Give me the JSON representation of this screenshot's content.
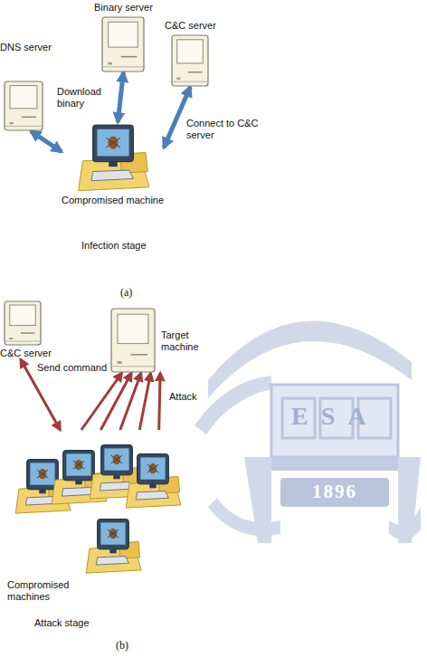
{
  "diagram": {
    "nodes": [
      {
        "text": [
          "DNS server"
        ]
      },
      {
        "text": [
          "Binary server"
        ]
      },
      {
        "text": [
          "C&C server"
        ]
      },
      {
        "text": [
          "Compromised machine"
        ]
      },
      {
        "text": [
          "C&C server"
        ]
      },
      {
        "text": [
          "Target machine"
        ]
      },
      {
        "text": [
          "Compromised machines"
        ]
      }
    ],
    "edges": [
      {
        "from": 0,
        "to": 3,
        "arrow": "both"
      },
      {
        "from": 1,
        "to": 3,
        "label": "Download binary",
        "arrow": "both"
      },
      {
        "from": 2,
        "to": 3,
        "label": "Connect to C&C server",
        "arrow": "both"
      },
      {
        "from": 4,
        "to": 6,
        "label": "Send command",
        "arrow": "both"
      },
      {
        "from": 6,
        "to": 5,
        "arrow": "to"
      },
      {
        "from": 6,
        "to": 5,
        "arrow": "to"
      },
      {
        "from": 6,
        "to": 5,
        "arrow": "to"
      },
      {
        "from": 6,
        "to": 5,
        "arrow": "to"
      },
      {
        "from": 6,
        "to": 5,
        "label": "Attack",
        "arrow": "to"
      }
    ],
    "labels": [
      "Infection stage",
      "(a)",
      "ESA",
      "1896",
      "Attack stage",
      "(b)"
    ]
  }
}
